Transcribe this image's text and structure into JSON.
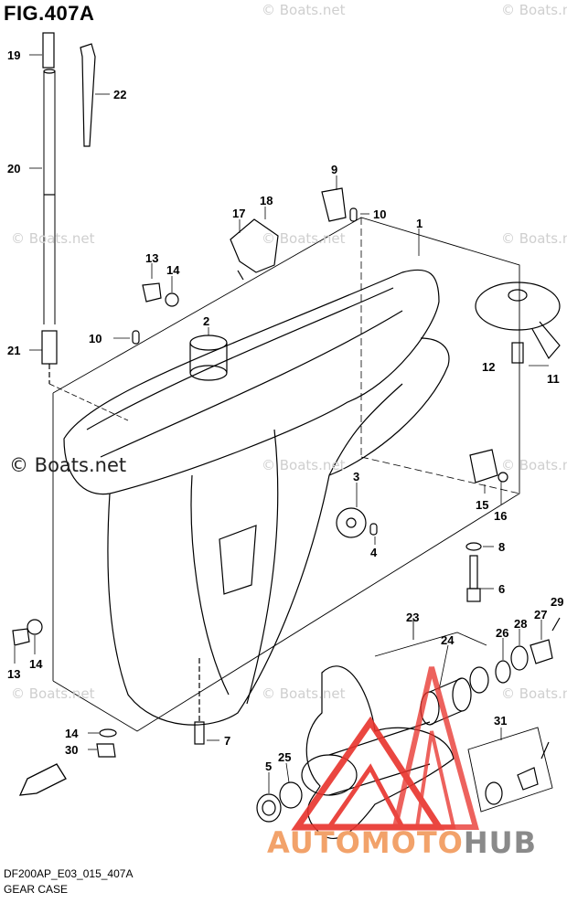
{
  "figure": {
    "title": "FIG.407A",
    "code": "DF200AP_E03_015_407A",
    "caption": "GEAR CASE"
  },
  "watermark": {
    "text": "© Boats.net"
  },
  "brand": {
    "part1": "AUTOMOTO",
    "part2": "HUB",
    "logo_color": "#e8322c",
    "text_color_1": "#f2a26a",
    "text_color_2": "#8a8a8a"
  },
  "callouts": [
    "1",
    "2",
    "3",
    "4",
    "5",
    "6",
    "7",
    "8",
    "9",
    "10",
    "10",
    "11",
    "12",
    "13",
    "13",
    "14",
    "14",
    "14",
    "15",
    "16",
    "17",
    "18",
    "19",
    "20",
    "21",
    "22",
    "23",
    "24",
    "25",
    "26",
    "27",
    "28",
    "29",
    "30",
    "31"
  ]
}
